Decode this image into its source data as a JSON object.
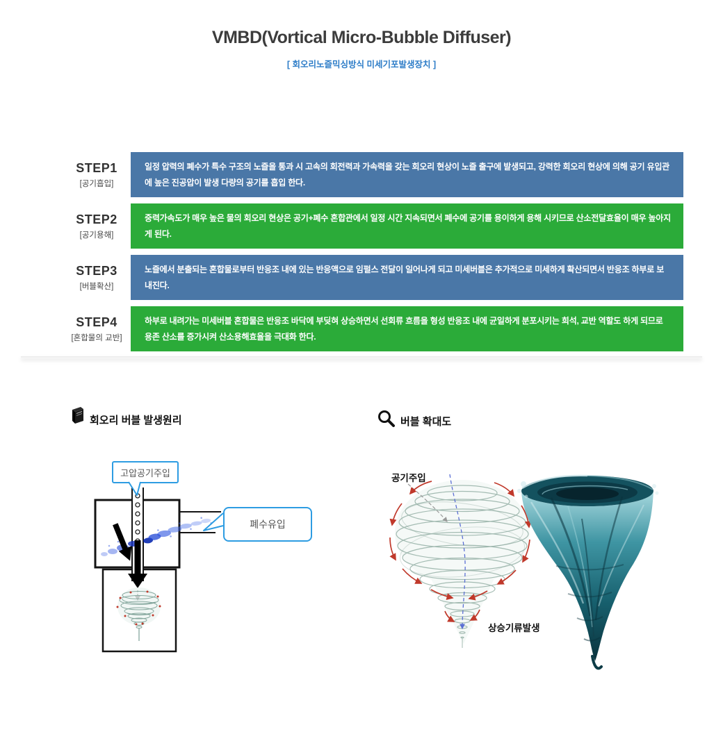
{
  "page": {
    "title": "VMBD(Vortical Micro-Bubble Diffuser)",
    "subtitle": "[ 회오리노즐믹싱방식 미세기포발생장치 ]"
  },
  "colors": {
    "step_blue": "#4a77a7",
    "step_green": "#2bab39",
    "callout_border": "#2d9ce2",
    "subtitle_blue": "#2e7dc8",
    "spray_blue": "#2a52e0",
    "arrow_red": "#c0392b",
    "vortex_teal": "#17606e"
  },
  "steps": [
    {
      "number": "STEP1",
      "label": "[공기흡입]",
      "text": "일정 압력의 폐수가 특수 구조의 노즐을 통과 시 고속의 회전력과 가속력을 갖는 회오리 현상이 노즐 출구에 발생되고, 강력한 회오리 현상에 의해 공기 유입관에 높은 진공압이 발생 다량의 공기를 흡입 한다."
    },
    {
      "number": "STEP2",
      "label": "[공기용해]",
      "text": "중력가속도가 매우 높은 물의 회오리 현상은  공기+폐수 혼합관에서 일정 시간 지속되면서 폐수에 공기를 용이하게 용해 시키므로 산소전달효율이 매우 높아지게 된다."
    },
    {
      "number": "STEP3",
      "label": "[버블확산]",
      "text": "노즐에서 분출되는 혼합물로부터 반응조 내에 있는 반응액으로 임펄스 전달이 일어나게 되고 미세버블은 추가적으로 미세하게 확산되면서 반응조 하부로 보내진다."
    },
    {
      "number": "STEP4",
      "label": "[혼합물의 교반]",
      "text": "하부로 내려가는 미세버블 혼합물은 반응조 바닥에 부딪혀 상승하면서 선회류 흐름을 형성 반응조 내에 균일하게 분포시키는 희석, 교반 역할도 하게 되므로  용존 산소를 증가시켜 산소용해효율을 극대화 한다."
    }
  ],
  "principle": {
    "heading": "회오리 버블 발생원리",
    "callout_air": "고압공기주입",
    "callout_waste": "폐수유입"
  },
  "magnified": {
    "heading": "버블 확대도",
    "label_air_inject": "공기주입",
    "label_updraft": "상승기류발생"
  }
}
